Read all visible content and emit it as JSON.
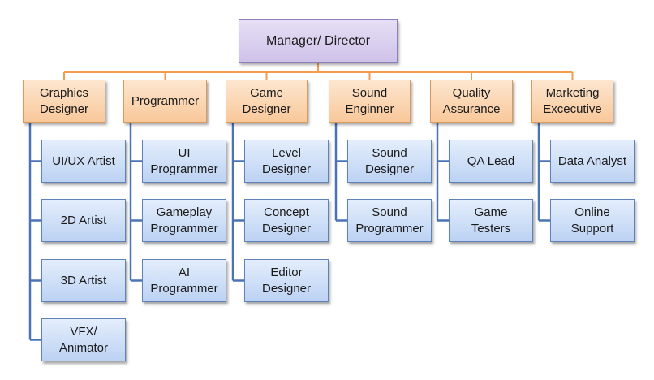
{
  "root": {
    "label": "Manager/ Director"
  },
  "departments": [
    {
      "label": "Graphics\nDesigner",
      "roles": [
        "UI/UX Artist",
        "2D Artist",
        "3D Artist",
        "VFX/\nAnimator"
      ]
    },
    {
      "label": "Programmer",
      "roles": [
        "UI\nProgrammer",
        "Gameplay\nProgrammer",
        "AI\nProgrammer"
      ]
    },
    {
      "label": "Game\nDesigner",
      "roles": [
        "Level\nDesigner",
        "Concept\nDesigner",
        "Editor\nDesigner"
      ]
    },
    {
      "label": "Sound\nEnginner",
      "roles": [
        "Sound\nDesigner",
        "Sound\nProgrammer"
      ]
    },
    {
      "label": "Quality\nAssurance",
      "roles": [
        "QA Lead",
        "Game\nTesters"
      ]
    },
    {
      "label": "Marketing\nExcecutive",
      "roles": [
        "Data Analyst",
        "Online\nSupport"
      ]
    }
  ],
  "colors": {
    "root_fill": "#cfc2ea",
    "department_fill": "#f9c89a",
    "role_fill": "#bcd2f3",
    "orange_connector": "#f59b4b",
    "blue_connector": "#4a74b5"
  }
}
